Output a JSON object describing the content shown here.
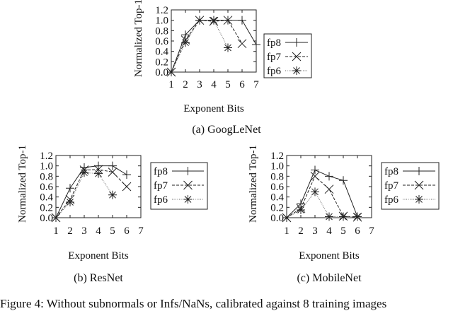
{
  "caption": "Figure 4: Without subnormals or Infs/NaNs, calibrated against 8 training images",
  "chart_data": [
    {
      "type": "line",
      "subcaption": "(a) GoogLeNet",
      "xlabel": "Exponent Bits",
      "ylabel": "Normalized Top-1",
      "xlim": [
        1,
        7
      ],
      "ylim": [
        0,
        1.2
      ],
      "xticks": [
        1,
        2,
        3,
        4,
        5,
        6,
        7
      ],
      "yticks": [
        "0.0",
        "0.2",
        "0.4",
        "0.6",
        "0.8",
        "1.0",
        "1.2"
      ],
      "legend_position": "right-outside",
      "series": [
        {
          "name": "fp8",
          "style": "solid",
          "marker": "plus",
          "x": [
            1,
            2,
            3,
            4,
            5,
            6,
            7
          ],
          "values": [
            0,
            0.72,
            1.0,
            1.0,
            1.0,
            1.0,
            0.53
          ]
        },
        {
          "name": "fp7",
          "style": "dashed",
          "marker": "cross",
          "x": [
            1,
            2,
            3,
            4,
            5,
            6
          ],
          "values": [
            0,
            0.62,
            1.0,
            0.98,
            1.0,
            0.55
          ]
        },
        {
          "name": "fp6",
          "style": "dotted",
          "marker": "star",
          "x": [
            1,
            2,
            3,
            4,
            5
          ],
          "values": [
            0,
            0.57,
            1.0,
            1.0,
            0.47
          ]
        }
      ]
    },
    {
      "type": "line",
      "subcaption": "(b) ResNet",
      "xlabel": "Exponent Bits",
      "ylabel": "Normalized Top-1",
      "xlim": [
        1,
        7
      ],
      "ylim": [
        0,
        1.2
      ],
      "xticks": [
        1,
        2,
        3,
        4,
        5,
        6,
        7
      ],
      "yticks": [
        "0.0",
        "0.2",
        "0.4",
        "0.6",
        "0.8",
        "1.0",
        "1.2"
      ],
      "legend_position": "right-outside",
      "series": [
        {
          "name": "fp8",
          "style": "solid",
          "marker": "plus",
          "x": [
            1,
            2,
            3,
            4,
            5,
            6
          ],
          "values": [
            0,
            0.57,
            0.97,
            1.0,
            1.0,
            0.83
          ]
        },
        {
          "name": "fp7",
          "style": "dashed",
          "marker": "cross",
          "x": [
            1,
            2,
            3,
            4,
            5,
            6
          ],
          "values": [
            0,
            0.35,
            0.92,
            0.93,
            0.88,
            0.6
          ]
        },
        {
          "name": "fp6",
          "style": "dotted",
          "marker": "star",
          "x": [
            1,
            2,
            3,
            4,
            5
          ],
          "values": [
            0,
            0.3,
            0.87,
            0.85,
            0.44
          ]
        }
      ]
    },
    {
      "type": "line",
      "subcaption": "(c) MobileNet",
      "xlabel": "Exponent Bits",
      "ylabel": "Normalized Top-1",
      "xlim": [
        1,
        7
      ],
      "ylim": [
        0,
        1.2
      ],
      "xticks": [
        1,
        2,
        3,
        4,
        5,
        6,
        7
      ],
      "yticks": [
        "0.0",
        "0.2",
        "0.4",
        "0.6",
        "0.8",
        "1.0",
        "1.2"
      ],
      "legend_position": "right-outside",
      "series": [
        {
          "name": "fp8",
          "style": "solid",
          "marker": "plus",
          "x": [
            1,
            2,
            3,
            4,
            5,
            6
          ],
          "values": [
            0,
            0.27,
            0.92,
            0.8,
            0.72,
            0.02
          ]
        },
        {
          "name": "fp7",
          "style": "dashed",
          "marker": "cross",
          "x": [
            1,
            2,
            3,
            4,
            5,
            6
          ],
          "values": [
            0,
            0.18,
            0.8,
            0.55,
            0.03,
            0.01
          ]
        },
        {
          "name": "fp6",
          "style": "dotted",
          "marker": "star",
          "x": [
            1,
            2,
            3,
            4,
            5,
            6
          ],
          "values": [
            0,
            0.15,
            0.5,
            0.02,
            0.02,
            0.02
          ]
        }
      ]
    }
  ]
}
